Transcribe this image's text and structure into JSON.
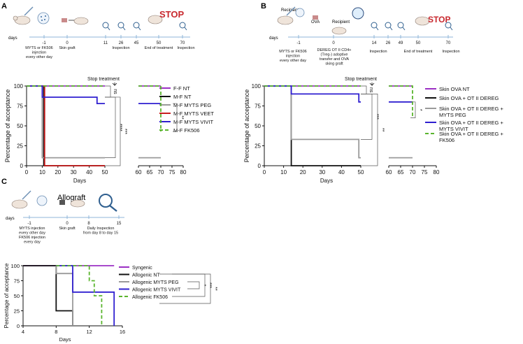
{
  "panels": {
    "A": {
      "letter": "A",
      "timeline": {
        "label": "days",
        "ticks": [
          "-1",
          "0",
          "11",
          "26",
          "45",
          "50",
          "70"
        ],
        "captions": [
          "MYTS or FK506\ninjection\nevery other day",
          "Skin graft",
          "Inspection",
          "End of treatment",
          "Inspection"
        ],
        "stop": "STOP"
      }
    },
    "B": {
      "letter": "B",
      "timeline": {
        "label": "days",
        "ticks": [
          "-1",
          "0",
          "14",
          "26",
          "49",
          "50",
          "70"
        ],
        "captions": [
          "MYTS or FK506\ninjection\nevery other day",
          "DEREG OT II CD4+\n(Treg-) adoptive\ntransfer and OVA\nsking graft",
          "Inspection",
          "End of treatment",
          "Inspection"
        ],
        "mouse_labels": [
          "Recipient",
          "Recipient"
        ],
        "ova": "OVA",
        "stop": "STOP"
      }
    },
    "C": {
      "letter": "C",
      "title": "Allograft",
      "timeline": {
        "label": "days",
        "ticks": [
          "-1",
          "0",
          "8",
          "15"
        ],
        "captions": [
          "MYTS injection\nevery other day\nFK506 injection\nevery day",
          "Skin graft",
          "Daily Inspection\nfrom day 8 to day 15"
        ]
      }
    }
  },
  "chart_data": [
    {
      "panel": "A",
      "type": "line",
      "step": true,
      "xlabel": "Days",
      "ylabel": "Percentage of acceptance",
      "annotation": "Stop treatment",
      "left_axis": {
        "xlim": [
          0,
          50
        ],
        "xticks": [
          "0",
          "10",
          "20",
          "30",
          "40",
          "50"
        ]
      },
      "right_axis": {
        "xlim": [
          60,
          80
        ],
        "xticks": [
          "60",
          "65",
          "70",
          "75",
          "80"
        ]
      },
      "ylim": [
        0,
        100
      ],
      "yticks": [
        "0",
        "25",
        "50",
        "75",
        "100"
      ],
      "series": [
        {
          "name": "F-F NT",
          "color": "#9b30c4",
          "dash": false,
          "points": [
            [
              0,
              100
            ],
            [
              50,
              100
            ]
          ],
          "right_points": [
            [
              60,
              100
            ],
            [
              70,
              100
            ]
          ]
        },
        {
          "name": "M-F NT",
          "color": "#111111",
          "dash": false,
          "points": [
            [
              0,
              100
            ],
            [
              11,
              100
            ],
            [
              11,
              0
            ],
            [
              50,
              0
            ]
          ]
        },
        {
          "name": "M-F MYTS PEG",
          "color": "#9a9a9a",
          "dash": false,
          "points": [
            [
              0,
              100
            ],
            [
              10,
              100
            ],
            [
              10,
              10
            ],
            [
              50,
              10
            ]
          ],
          "right_points": [
            [
              60,
              10
            ],
            [
              70,
              10
            ]
          ]
        },
        {
          "name": "M-F MYTS VEET",
          "color": "#c81e1e",
          "dash": false,
          "points": [
            [
              0,
              100
            ],
            [
              11.5,
              100
            ],
            [
              11.5,
              0
            ],
            [
              50,
              0
            ]
          ]
        },
        {
          "name": "M-F MYTS VIVIT",
          "color": "#2f1fd0",
          "dash": false,
          "points": [
            [
              0,
              100
            ],
            [
              10,
              100
            ],
            [
              10,
              86
            ],
            [
              45,
              86
            ],
            [
              45,
              78
            ],
            [
              50,
              78
            ]
          ],
          "right_points": [
            [
              60,
              78
            ],
            [
              70,
              78
            ]
          ]
        },
        {
          "name": "M-F FK506",
          "color": "#5ab52e",
          "dash": true,
          "points": [
            [
              0,
              100
            ],
            [
              50,
              100
            ]
          ],
          "right_points": [
            [
              60,
              100
            ],
            [
              70,
              100
            ],
            [
              70,
              43
            ]
          ]
        }
      ],
      "significance": [
        "ns",
        "****",
        "***",
        "**"
      ]
    },
    {
      "panel": "B",
      "type": "line",
      "step": true,
      "xlabel": "Days",
      "ylabel": "Percentage of acceptance",
      "annotation": "Stop treatment",
      "left_axis": {
        "xlim": [
          0,
          50
        ],
        "xticks": [
          "0",
          "10",
          "20",
          "30",
          "40",
          "50"
        ]
      },
      "right_axis": {
        "xlim": [
          60,
          80
        ],
        "xticks": [
          "60",
          "65",
          "70",
          "75",
          "80"
        ]
      },
      "ylim": [
        0,
        100
      ],
      "yticks": [
        "0",
        "25",
        "50",
        "75",
        "100"
      ],
      "series": [
        {
          "name": "Skin OVA NT",
          "color": "#9b30c4",
          "dash": false,
          "points": [
            [
              0,
              100
            ],
            [
              50,
              100
            ]
          ],
          "right_points": [
            [
              60,
              100
            ],
            [
              70,
              100
            ]
          ]
        },
        {
          "name": "Skin OVA + OT II DEREG",
          "color": "#111111",
          "dash": false,
          "points": [
            [
              0,
              100
            ],
            [
              14,
              100
            ],
            [
              14,
              0
            ],
            [
              50,
              0
            ]
          ]
        },
        {
          "name": "Skin OVA + OT II DEREG + MYTS PEG",
          "color": "#9a9a9a",
          "dash": false,
          "points": [
            [
              0,
              100
            ],
            [
              14,
              100
            ],
            [
              14,
              33
            ],
            [
              49,
              33
            ],
            [
              49,
              10
            ],
            [
              50,
              10
            ]
          ],
          "right_points": [
            [
              60,
              10
            ],
            [
              70,
              10
            ]
          ]
        },
        {
          "name": "Skin OVA + OT II DEREG + MYTS VIVIT",
          "color": "#2f1fd0",
          "dash": false,
          "points": [
            [
              0,
              100
            ],
            [
              14,
              100
            ],
            [
              14,
              90
            ],
            [
              49,
              90
            ],
            [
              49,
              80
            ],
            [
              50,
              80
            ]
          ],
          "right_points": [
            [
              60,
              80
            ],
            [
              70,
              80
            ]
          ]
        },
        {
          "name": "Skin OVA + OT II DEREG + FK506",
          "color": "#5ab52e",
          "dash": true,
          "points": [
            [
              0,
              100
            ],
            [
              50,
              100
            ]
          ],
          "right_points": [
            [
              60,
              100
            ],
            [
              70,
              100
            ],
            [
              70,
              60
            ]
          ]
        }
      ],
      "significance": [
        "ns",
        "***",
        "**",
        "*"
      ]
    },
    {
      "panel": "C",
      "type": "line",
      "step": true,
      "xlabel": "Days",
      "ylabel": "Percentage of acceptance",
      "xlim": [
        4,
        16
      ],
      "xticks": [
        "4",
        "8",
        "12",
        "16"
      ],
      "ylim": [
        0,
        100
      ],
      "yticks": [
        "0",
        "25",
        "50",
        "75",
        "100"
      ],
      "series": [
        {
          "name": "Syngenic",
          "color": "#9b30c4",
          "dash": false,
          "points": [
            [
              4,
              100
            ],
            [
              15,
              100
            ]
          ]
        },
        {
          "name": "Allogenic NT",
          "color": "#111111",
          "dash": false,
          "points": [
            [
              4,
              100
            ],
            [
              8,
              100
            ],
            [
              8,
              25
            ],
            [
              10,
              25
            ],
            [
              10,
              0
            ]
          ]
        },
        {
          "name": "Allogenic MYTS PEG",
          "color": "#9a9a9a",
          "dash": false,
          "points": [
            [
              8,
              100
            ],
            [
              8,
              87
            ],
            [
              10,
              87
            ],
            [
              10,
              0
            ]
          ]
        },
        {
          "name": "Allogenic MYTS VIVIT",
          "color": "#2f1fd0",
          "dash": false,
          "points": [
            [
              8,
              100
            ],
            [
              10,
              100
            ],
            [
              10,
              56
            ],
            [
              15,
              56
            ],
            [
              15,
              0
            ]
          ]
        },
        {
          "name": "Allogenic FK506",
          "color": "#5ab52e",
          "dash": true,
          "points": [
            [
              8,
              100
            ],
            [
              12,
              100
            ],
            [
              12,
              75
            ],
            [
              12.6,
              75
            ],
            [
              12.6,
              50
            ],
            [
              13.5,
              50
            ],
            [
              13.5,
              0
            ]
          ]
        }
      ],
      "significance": [
        "*",
        "***",
        "**"
      ]
    }
  ]
}
